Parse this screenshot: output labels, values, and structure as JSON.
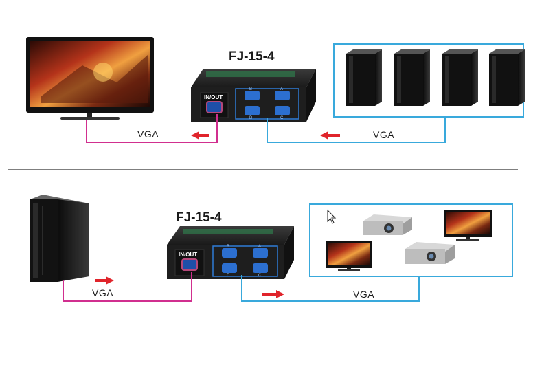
{
  "top": {
    "model_label": "FJ-15-4",
    "vga_left_label": "VGA",
    "vga_right_label": "VGA",
    "io_label": "IN/OUT",
    "port_labels": [
      "B",
      "A",
      "D",
      "C"
    ]
  },
  "bottom": {
    "model_label": "FJ-15-4",
    "vga_left_label": "VGA",
    "vga_right_label": "VGA",
    "io_label": "IN/OUT",
    "port_labels": [
      "B",
      "A",
      "D",
      "C"
    ]
  },
  "colors": {
    "magenta_cable": "#d12f8f",
    "blue_cable": "#39a9dc",
    "arrow_red": "#e0242b",
    "switch_body": "#1e1e1e",
    "divider": "#555555"
  }
}
